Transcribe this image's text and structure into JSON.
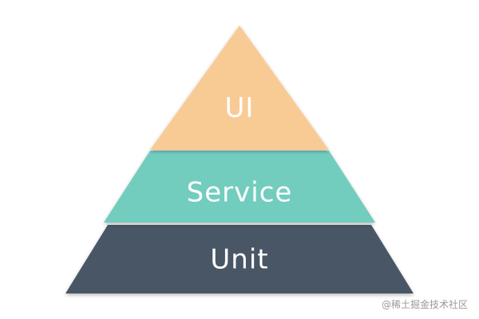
{
  "diagram": {
    "tiers": [
      {
        "key": "top",
        "label": "UI",
        "color": "#F9CB94"
      },
      {
        "key": "middle",
        "label": "Service",
        "color": "#72CDBF"
      },
      {
        "key": "bottom",
        "label": "Unit",
        "color": "#4A5665"
      }
    ]
  },
  "watermark": {
    "text": "@稀土掘金技术社区"
  }
}
